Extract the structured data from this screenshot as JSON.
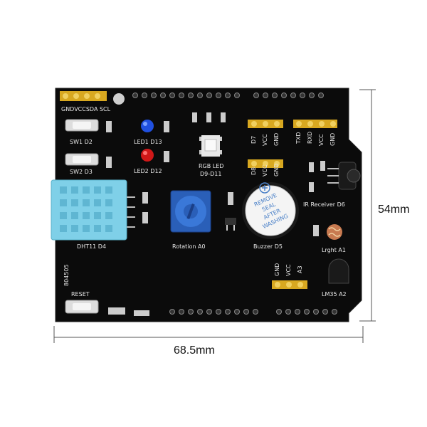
{
  "dimensions": {
    "height": "54mm",
    "width": "68.5mm"
  },
  "silkscreen": {
    "header_top_left": "GNDVCCSDA SCL",
    "sw1": "SW1  D2",
    "sw2": "SW2  D3",
    "led1": "LED1 D13",
    "led2": "LED2 D12",
    "rgb1": "RGB LED",
    "rgb2": "D9-D11",
    "d7": "D7",
    "vcc1": "VCC",
    "gnd1": "GND",
    "d8": "D8",
    "vcc2": "VCC",
    "gnd2": "GND",
    "txd": "TXD",
    "rxd": "RXD",
    "vcc3": "VCC",
    "gnd3": "GND",
    "ir": "IR Receiver D6",
    "dht": "DHT11  D4",
    "rotation": "Rotation A0",
    "buzzer": "Buzzer D5",
    "light": "Lrght A1",
    "gnd4": "GND",
    "vcc4": "VCC",
    "a3": "A3",
    "lm35": "LM35  A2",
    "serial": "804505",
    "reset": "RESET",
    "sticker": [
      "REMOVE",
      "SEAL",
      "AFTER",
      "WASHING"
    ]
  },
  "colors": {
    "pcb": "#0b0b0b",
    "dht": "#7fd0e8",
    "pot": "#2a5fb8",
    "pins": "#e0b020"
  }
}
